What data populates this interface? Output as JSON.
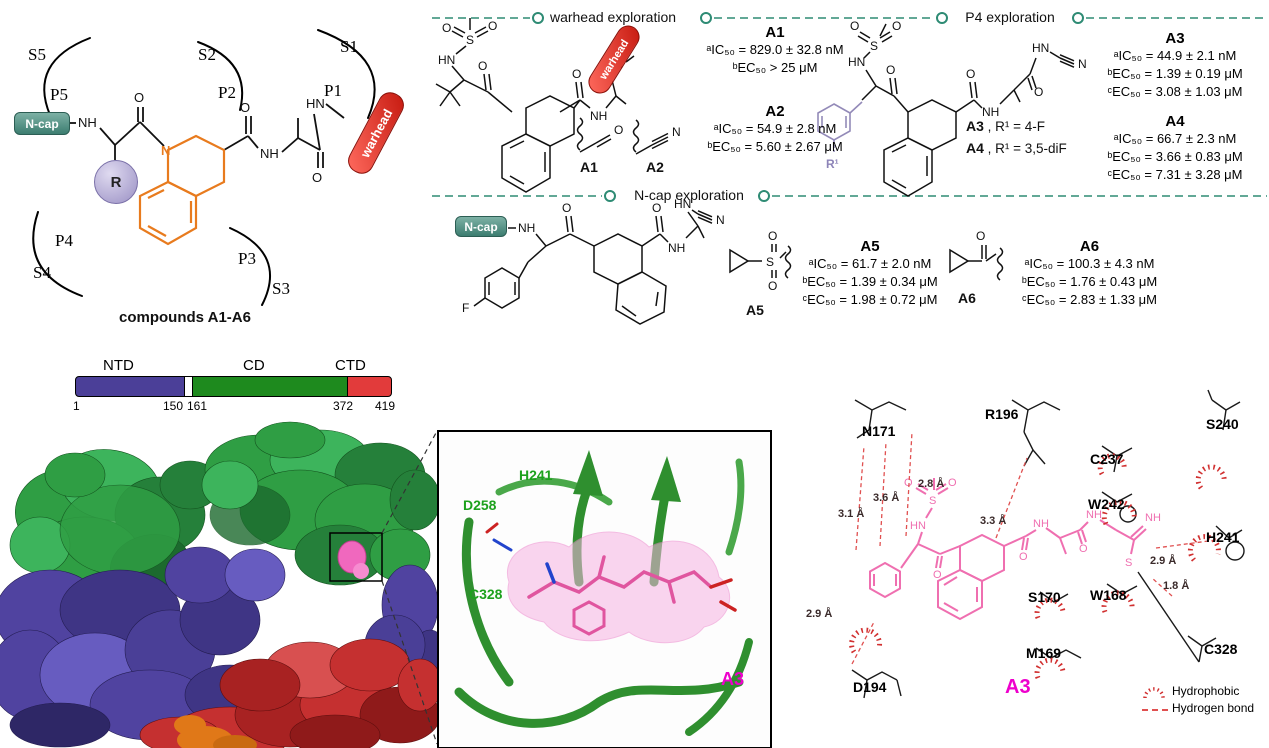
{
  "schematic": {
    "pockets": [
      "S5",
      "P5",
      "S2",
      "P2",
      "S1",
      "P1",
      "P4",
      "S4",
      "P3",
      "S3"
    ],
    "ncap_label": "N-cap",
    "warhead_label": "warhead",
    "r_label": "R",
    "caption": "compounds A1-A6"
  },
  "atoms": {
    "O": "O",
    "N": "N",
    "NH": "NH",
    "HN": "HN",
    "S": "S",
    "F": "F",
    "R1": "R¹"
  },
  "sections": {
    "warhead": "warhead exploration",
    "p4": "P4 exploration",
    "ncap": "N-cap exploration"
  },
  "assays": {
    "a1": {
      "id": "A1",
      "lines": [
        "ᵃIC₅₀ = 829.0 ± 32.8 nM",
        "ᵇEC₅₀ > 25 μM"
      ]
    },
    "a2": {
      "id": "A2",
      "lines": [
        "ᵃIC₅₀ = 54.9 ± 2.8 nM",
        "ᵇEC₅₀ = 5.60 ± 2.67 μM"
      ]
    },
    "a3": {
      "id": "A3",
      "lines": [
        "ᵃIC₅₀ = 44.9 ± 2.1 nM",
        "ᵇEC₅₀ = 1.39 ± 0.19 μM",
        "ᶜEC₅₀ = 3.08 ± 1.03 μM"
      ]
    },
    "a4": {
      "id": "A4",
      "lines": [
        "ᵃIC₅₀ = 66.7 ± 2.3 nM",
        "ᵇEC₅₀ = 3.66 ± 0.83 μM",
        "ᶜEC₅₀ = 7.31 ± 3.28 μM"
      ]
    },
    "a5": {
      "id": "A5",
      "lines": [
        "ᵃIC₅₀ = 61.7 ± 2.0 nM",
        "ᵇEC₅₀ = 1.39 ± 0.34 μM",
        "ᶜEC₅₀ = 1.98 ± 0.72 μM"
      ]
    },
    "a6": {
      "id": "A6",
      "lines": [
        "ᵃIC₅₀ = 100.3 ± 4.3 nM",
        "ᵇEC₅₀ = 1.76 ± 0.43 μM",
        "ᶜEC₅₀ = 2.83 ± 1.33 μM"
      ]
    }
  },
  "fragments": {
    "a1": "A1",
    "a2": "A2",
    "a5": "A5",
    "a6": "A6"
  },
  "variants": {
    "a3": {
      "id": "A3",
      "rest": " , R¹ = 4-F"
    },
    "a4": {
      "id": "A4",
      "rest": " , R¹ = 3,5-diF"
    }
  },
  "domain_bar": {
    "ntd": "NTD",
    "cd": "CD",
    "ctd": "CTD",
    "ticks": [
      "1",
      "150",
      "161",
      "372",
      "419"
    ]
  },
  "zoom": {
    "res_h241": "H241",
    "res_d258": "D258",
    "res_c328": "C328",
    "ligand": "A3"
  },
  "interaction": {
    "residues": [
      "N171",
      "R196",
      "C237",
      "S240",
      "W242",
      "H241",
      "S170",
      "W168",
      "M169",
      "C328",
      "D194"
    ],
    "distances": [
      "3.1 Å",
      "3.6 Å",
      "2.8 Å",
      "3.3 Å",
      "2.9 Å",
      "1.8 Å",
      "2.9 Å"
    ],
    "ligand": "A3",
    "legend": {
      "hydrophobic": "Hydrophobic",
      "hbond": "Hydrogen bond"
    }
  },
  "colors": {
    "teal": "#2e8b74",
    "ncap_fill": "#4e8f83",
    "warhead_red": "#e0241b",
    "orange": "#e87b1e",
    "ntd_purple": "#4b3f98",
    "cd_green": "#1e8a1e",
    "ctd_red": "#e23b3b",
    "ligand_pink": "#ef6fb0",
    "magenta": "#ee00dd"
  }
}
